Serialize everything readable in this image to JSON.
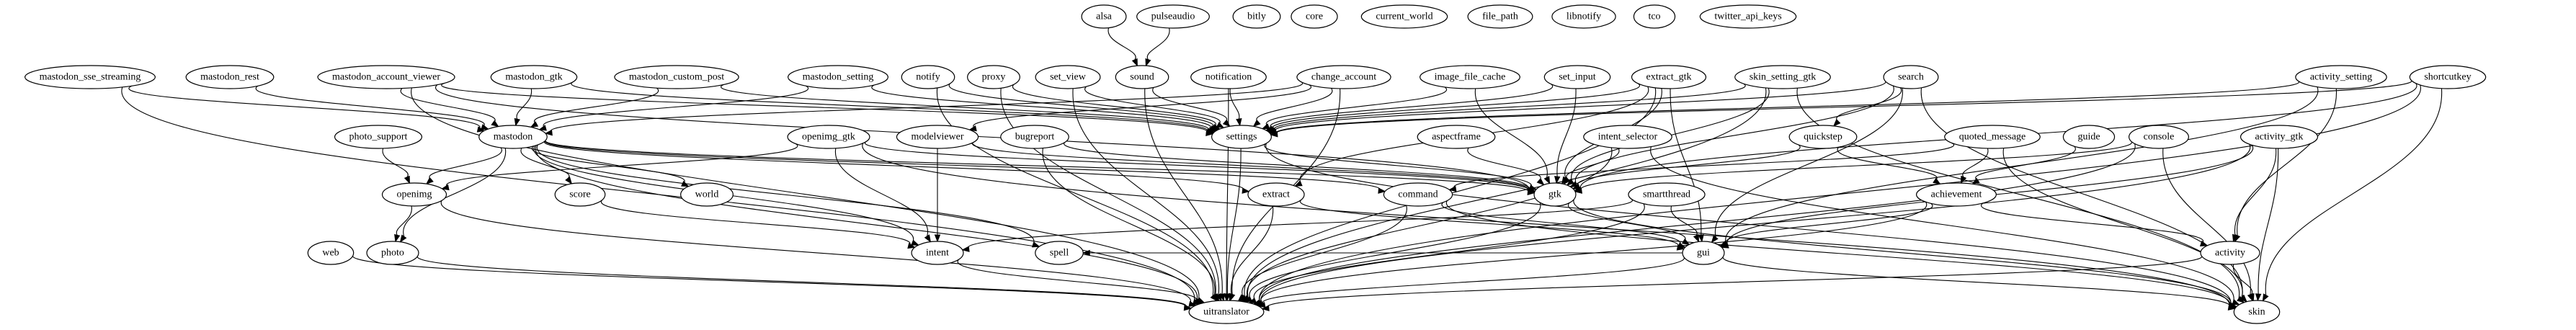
{
  "graph": {
    "type": "directed-dependency-graph",
    "nodes": [
      {
        "id": "alsa",
        "label": "alsa"
      },
      {
        "id": "pulseaudio",
        "label": "pulseaudio"
      },
      {
        "id": "bitly",
        "label": "bitly"
      },
      {
        "id": "core",
        "label": "core"
      },
      {
        "id": "current_world",
        "label": "current_world"
      },
      {
        "id": "file_path",
        "label": "file_path"
      },
      {
        "id": "libnotify",
        "label": "libnotify"
      },
      {
        "id": "tco",
        "label": "tco"
      },
      {
        "id": "twitter_api_keys",
        "label": "twitter_api_keys"
      },
      {
        "id": "mastodon_sse_streaming",
        "label": "mastodon_sse_streaming"
      },
      {
        "id": "mastodon_rest",
        "label": "mastodon_rest"
      },
      {
        "id": "mastodon_account_viewer",
        "label": "mastodon_account_viewer"
      },
      {
        "id": "mastodon_gtk",
        "label": "mastodon_gtk"
      },
      {
        "id": "mastodon_custom_post",
        "label": "mastodon_custom_post"
      },
      {
        "id": "mastodon_setting",
        "label": "mastodon_setting"
      },
      {
        "id": "notify",
        "label": "notify"
      },
      {
        "id": "proxy",
        "label": "proxy"
      },
      {
        "id": "set_view",
        "label": "set_view"
      },
      {
        "id": "sound",
        "label": "sound"
      },
      {
        "id": "notification",
        "label": "notification"
      },
      {
        "id": "change_account",
        "label": "change_account"
      },
      {
        "id": "image_file_cache",
        "label": "image_file_cache"
      },
      {
        "id": "set_input",
        "label": "set_input"
      },
      {
        "id": "extract_gtk",
        "label": "extract_gtk"
      },
      {
        "id": "skin_setting_gtk",
        "label": "skin_setting_gtk"
      },
      {
        "id": "search",
        "label": "search"
      },
      {
        "id": "activity_setting",
        "label": "activity_setting"
      },
      {
        "id": "shortcutkey",
        "label": "shortcutkey"
      },
      {
        "id": "photo_support",
        "label": "photo_support"
      },
      {
        "id": "mastodon",
        "label": "mastodon"
      },
      {
        "id": "openimg_gtk",
        "label": "openimg_gtk"
      },
      {
        "id": "modelviewer",
        "label": "modelviewer"
      },
      {
        "id": "bugreport",
        "label": "bugreport"
      },
      {
        "id": "settings",
        "label": "settings"
      },
      {
        "id": "aspectframe",
        "label": "aspectframe"
      },
      {
        "id": "intent_selector",
        "label": "intent_selector"
      },
      {
        "id": "quickstep",
        "label": "quickstep"
      },
      {
        "id": "quoted_message",
        "label": "quoted_message"
      },
      {
        "id": "guide",
        "label": "guide"
      },
      {
        "id": "console",
        "label": "console"
      },
      {
        "id": "activity_gtk",
        "label": "activity_gtk"
      },
      {
        "id": "openimg",
        "label": "openimg"
      },
      {
        "id": "score",
        "label": "score"
      },
      {
        "id": "world",
        "label": "world"
      },
      {
        "id": "extract",
        "label": "extract"
      },
      {
        "id": "command",
        "label": "command"
      },
      {
        "id": "gtk",
        "label": "gtk"
      },
      {
        "id": "smartthread",
        "label": "smartthread"
      },
      {
        "id": "achievement",
        "label": "achievement"
      },
      {
        "id": "web",
        "label": "web"
      },
      {
        "id": "photo",
        "label": "photo"
      },
      {
        "id": "intent",
        "label": "intent"
      },
      {
        "id": "spell",
        "label": "spell"
      },
      {
        "id": "gui",
        "label": "gui"
      },
      {
        "id": "activity",
        "label": "activity"
      },
      {
        "id": "uitranslator",
        "label": "uitranslator"
      },
      {
        "id": "skin",
        "label": "skin"
      }
    ],
    "edges": [
      [
        "alsa",
        "sound"
      ],
      [
        "pulseaudio",
        "sound"
      ],
      [
        "mastodon_sse_streaming",
        "mastodon"
      ],
      [
        "mastodon_sse_streaming",
        "uitranslator"
      ],
      [
        "mastodon_rest",
        "mastodon"
      ],
      [
        "mastodon_account_viewer",
        "mastodon"
      ],
      [
        "mastodon_account_viewer",
        "uitranslator"
      ],
      [
        "mastodon_account_viewer",
        "settings"
      ],
      [
        "mastodon_account_viewer",
        "gtk"
      ],
      [
        "mastodon_gtk",
        "mastodon"
      ],
      [
        "mastodon_gtk",
        "settings"
      ],
      [
        "mastodon_custom_post",
        "mastodon"
      ],
      [
        "mastodon_custom_post",
        "settings"
      ],
      [
        "mastodon_setting",
        "mastodon"
      ],
      [
        "mastodon_setting",
        "settings"
      ],
      [
        "notify",
        "settings"
      ],
      [
        "notify",
        "uitranslator"
      ],
      [
        "proxy",
        "settings"
      ],
      [
        "proxy",
        "uitranslator"
      ],
      [
        "set_view",
        "settings"
      ],
      [
        "set_view",
        "uitranslator"
      ],
      [
        "sound",
        "settings"
      ],
      [
        "sound",
        "uitranslator"
      ],
      [
        "notification",
        "settings"
      ],
      [
        "notification",
        "uitranslator"
      ],
      [
        "change_account",
        "settings"
      ],
      [
        "change_account",
        "mastodon"
      ],
      [
        "change_account",
        "uitranslator"
      ],
      [
        "change_account",
        "modelviewer"
      ],
      [
        "image_file_cache",
        "settings"
      ],
      [
        "image_file_cache",
        "gtk"
      ],
      [
        "set_input",
        "settings"
      ],
      [
        "set_input",
        "gtk"
      ],
      [
        "extract_gtk",
        "settings"
      ],
      [
        "extract_gtk",
        "extract"
      ],
      [
        "extract_gtk",
        "gtk"
      ],
      [
        "extract_gtk",
        "uitranslator"
      ],
      [
        "extract_gtk",
        "gui"
      ],
      [
        "skin_setting_gtk",
        "settings"
      ],
      [
        "skin_setting_gtk",
        "gtk"
      ],
      [
        "skin_setting_gtk",
        "uitranslator"
      ],
      [
        "skin_setting_gtk",
        "skin"
      ],
      [
        "search",
        "quickstep"
      ],
      [
        "search",
        "gtk"
      ],
      [
        "search",
        "gui"
      ],
      [
        "search",
        "skin"
      ],
      [
        "search",
        "settings"
      ],
      [
        "activity_setting",
        "settings"
      ],
      [
        "activity_setting",
        "activity"
      ],
      [
        "activity_setting",
        "gui"
      ],
      [
        "shortcutkey",
        "settings"
      ],
      [
        "shortcutkey",
        "gtk"
      ],
      [
        "shortcutkey",
        "skin"
      ],
      [
        "shortcutkey",
        "uitranslator"
      ],
      [
        "photo_support",
        "openimg"
      ],
      [
        "mastodon",
        "openimg"
      ],
      [
        "mastodon",
        "photo"
      ],
      [
        "mastodon",
        "score"
      ],
      [
        "mastodon",
        "world"
      ],
      [
        "mastodon",
        "extract"
      ],
      [
        "mastodon",
        "command"
      ],
      [
        "mastodon",
        "gtk"
      ],
      [
        "mastodon",
        "uitranslator"
      ],
      [
        "mastodon",
        "spell"
      ],
      [
        "mastodon",
        "intent"
      ],
      [
        "openimg_gtk",
        "openimg"
      ],
      [
        "openimg_gtk",
        "intent"
      ],
      [
        "openimg_gtk",
        "gtk"
      ],
      [
        "openimg_gtk",
        "skin"
      ],
      [
        "modelviewer",
        "intent"
      ],
      [
        "modelviewer",
        "gtk"
      ],
      [
        "bugreport",
        "gtk"
      ],
      [
        "bugreport",
        "uitranslator"
      ],
      [
        "settings",
        "gtk"
      ],
      [
        "settings",
        "uitranslator"
      ],
      [
        "settings",
        "skin"
      ],
      [
        "aspectframe",
        "gtk"
      ],
      [
        "intent_selector",
        "gtk"
      ],
      [
        "intent_selector",
        "uitranslator"
      ],
      [
        "intent_selector",
        "skin"
      ],
      [
        "quickstep",
        "gtk"
      ],
      [
        "quickstep",
        "achievement"
      ],
      [
        "quoted_message",
        "command"
      ],
      [
        "quoted_message",
        "achievement"
      ],
      [
        "quoted_message",
        "skin"
      ],
      [
        "guide",
        "achievement"
      ],
      [
        "console",
        "gtk"
      ],
      [
        "console",
        "uitranslator"
      ],
      [
        "console",
        "skin"
      ],
      [
        "activity_gtk",
        "activity"
      ],
      [
        "activity_gtk",
        "gui"
      ],
      [
        "activity_gtk",
        "uitranslator"
      ],
      [
        "activity_gtk",
        "skin"
      ],
      [
        "openimg",
        "photo"
      ],
      [
        "openimg",
        "uitranslator"
      ],
      [
        "score",
        "intent"
      ],
      [
        "extract",
        "gui"
      ],
      [
        "extract",
        "uitranslator"
      ],
      [
        "command",
        "gui"
      ],
      [
        "command",
        "uitranslator"
      ],
      [
        "command",
        "skin"
      ],
      [
        "gtk",
        "gui"
      ],
      [
        "gtk",
        "uitranslator"
      ],
      [
        "gtk",
        "skin"
      ],
      [
        "smartthread",
        "gui"
      ],
      [
        "smartthread",
        "intent"
      ],
      [
        "smartthread",
        "uitranslator"
      ],
      [
        "achievement",
        "activity"
      ],
      [
        "achievement",
        "gui"
      ],
      [
        "achievement",
        "uitranslator"
      ],
      [
        "web",
        "uitranslator"
      ],
      [
        "photo",
        "uitranslator"
      ],
      [
        "intent",
        "uitranslator"
      ],
      [
        "gui",
        "uitranslator"
      ],
      [
        "gui",
        "spell"
      ],
      [
        "gui",
        "skin"
      ],
      [
        "activity",
        "skin"
      ],
      [
        "activity",
        "uitranslator"
      ]
    ]
  }
}
